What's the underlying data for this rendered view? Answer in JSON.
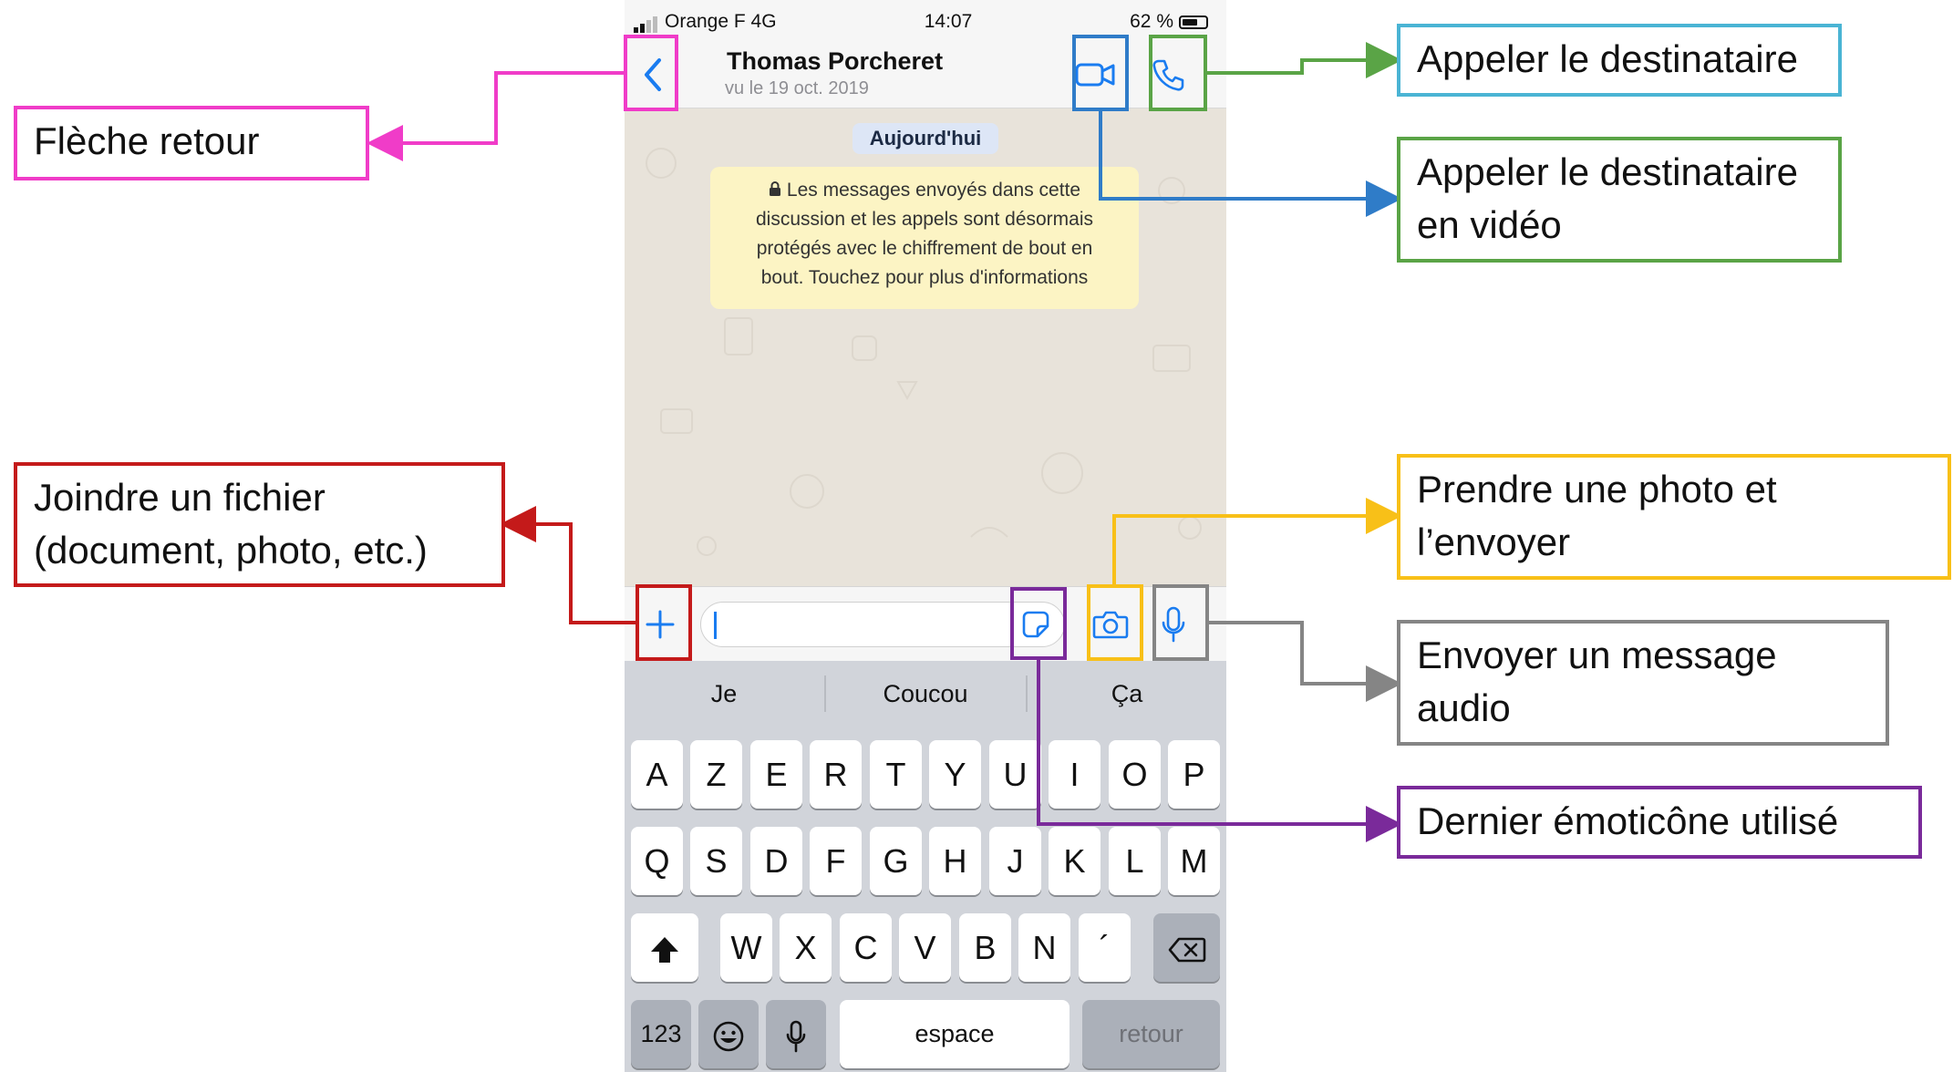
{
  "status": {
    "carrier": "Orange F 4G",
    "time": "14:07",
    "battery": "62 %"
  },
  "header": {
    "contact_name": "Thomas Porcheret",
    "last_seen": "vu le 19 oct. 2019"
  },
  "chat": {
    "date_chip": "Aujourd'hui",
    "notice_lines": [
      "Les messages envoyés dans cette",
      "discussion et les appels sont désormais",
      "protégés avec le chiffrement de bout en",
      "bout. Touchez pour plus d'informations"
    ]
  },
  "keyboard": {
    "suggestions": [
      "Je",
      "Coucou",
      "Ça"
    ],
    "row1": [
      "A",
      "Z",
      "E",
      "R",
      "T",
      "Y",
      "U",
      "I",
      "O",
      "P"
    ],
    "row2": [
      "Q",
      "S",
      "D",
      "F",
      "G",
      "H",
      "J",
      "K",
      "L",
      "M"
    ],
    "row3": [
      "W",
      "X",
      "C",
      "V",
      "B",
      "N",
      "´"
    ],
    "numbers": "123",
    "space": "espace",
    "return": "retour"
  },
  "callouts": {
    "back": "Flèche retour",
    "call": "Appeler le destinataire",
    "video": [
      "Appeler le destinataire",
      "en vidéo"
    ],
    "attach": [
      "Joindre un fichier",
      "(document, photo, etc.)"
    ],
    "photo": [
      "Prendre une photo et",
      "l’envoyer"
    ],
    "audio": [
      "Envoyer un message",
      "audio"
    ],
    "sticker": "Dernier émoticône utilisé"
  },
  "colors": {
    "pink": "#f03cc8",
    "teal": "#4ab4d4",
    "green": "#5aa446",
    "blue": "#2f7cc8",
    "red": "#c41a1a",
    "yellow": "#f8c018",
    "gray": "#858585",
    "purple": "#7a2a9a",
    "ios_blue": "#1a7cf0"
  }
}
